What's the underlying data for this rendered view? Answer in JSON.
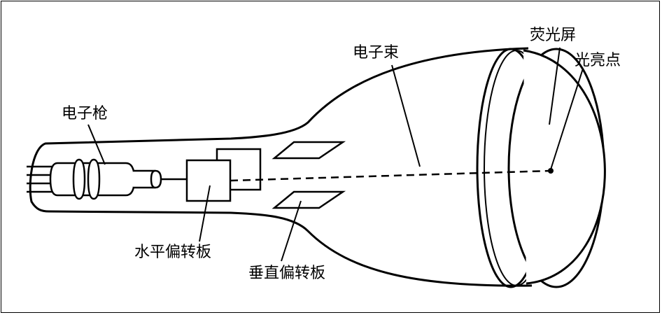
{
  "labels": {
    "electron_gun": "电子枪",
    "electron_beam": "电子束",
    "fluorescent_screen": "荧光屏",
    "light_spot": "光亮点",
    "horizontal_deflection_plates": "水平偏转板",
    "vertical_deflection_plates": "垂直偏转板"
  },
  "colors": {
    "stroke": "#000000",
    "background": "#ffffff"
  }
}
